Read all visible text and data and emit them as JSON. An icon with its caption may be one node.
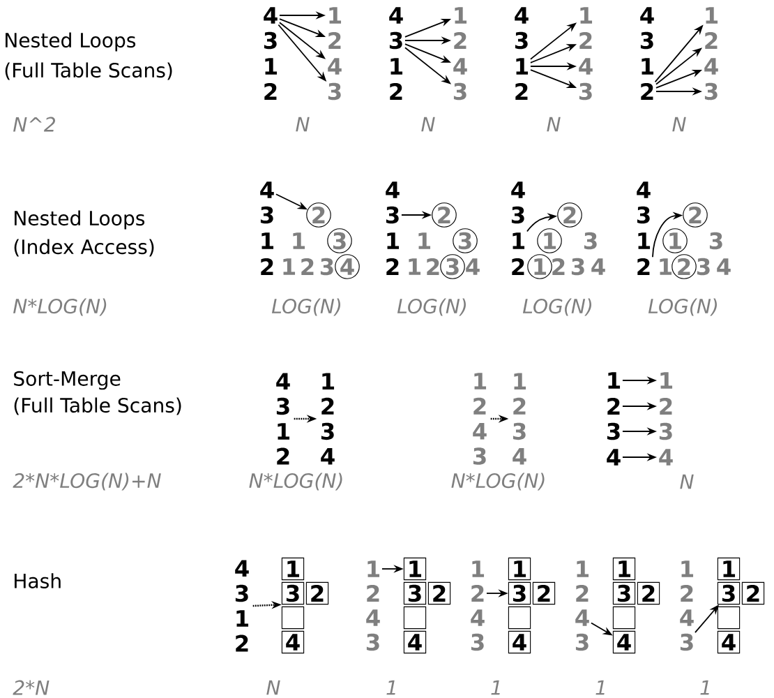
{
  "diagram": {
    "nodes": [
      {
        "text": [
          "4"
        ]
      },
      {
        "text": [
          "1"
        ]
      },
      {
        "text": [
          "2"
        ]
      },
      {
        "text": [
          "4"
        ]
      },
      {
        "text": [
          "3"
        ]
      },
      {
        "text": [
          "3"
        ]
      },
      {
        "text": [
          "1"
        ]
      },
      {
        "text": [
          "2"
        ]
      },
      {
        "text": [
          "4"
        ]
      },
      {
        "text": [
          "3"
        ]
      },
      {
        "text": [
          "1"
        ]
      },
      {
        "text": [
          "1"
        ]
      },
      {
        "text": [
          "2"
        ]
      },
      {
        "text": [
          "4"
        ]
      },
      {
        "text": [
          "3"
        ]
      },
      {
        "text": [
          "2"
        ]
      },
      {
        "text": [
          "1"
        ]
      },
      {
        "text": [
          "2"
        ]
      },
      {
        "text": [
          "4"
        ]
      },
      {
        "text": [
          "3"
        ]
      },
      {
        "text": [
          "4"
        ]
      },
      {
        "text": [
          "2"
        ]
      },
      {
        "text": [
          "3"
        ]
      },
      {
        "text": [
          "4"
        ]
      },
      {
        "text": [
          "3"
        ]
      },
      {
        "text": [
          "2"
        ]
      },
      {
        "text": [
          "3"
        ]
      },
      {
        "text": [
          "3"
        ]
      },
      {
        "text": [
          "2"
        ]
      },
      {
        "text": [
          "1"
        ]
      },
      {
        "text": [
          "1"
        ]
      },
      {
        "text": [
          "1"
        ]
      },
      {
        "text": [
          "2"
        ]
      },
      {
        "text": [
          "1"
        ]
      },
      {
        "text": [
          "2"
        ]
      },
      {
        "text": [
          "2"
        ]
      },
      {
        "text": [
          "4 3 1 2"
        ]
      },
      {
        "text": [
          "1 2 3 4"
        ]
      },
      {
        "text": [
          "1 2 4 3"
        ]
      },
      {
        "text": [
          "1 2 3 4"
        ]
      },
      {
        "text": [
          "1"
        ]
      },
      {
        "text": [
          "1"
        ]
      },
      {
        "text": [
          "2"
        ]
      },
      {
        "text": [
          "2"
        ]
      },
      {
        "text": [
          "3"
        ]
      },
      {
        "text": [
          "3"
        ]
      },
      {
        "text": [
          "4"
        ]
      },
      {
        "text": [
          "4"
        ]
      },
      {
        "text": [
          "4 3 1 2"
        ]
      },
      {
        "text": [
          "1"
        ]
      },
      {
        "text": [
          "3"
        ]
      },
      {
        "text": [
          "2"
        ]
      },
      {
        "text": [],
        "shape": "box"
      },
      {
        "text": [
          "4"
        ]
      },
      {
        "text": [
          "1"
        ]
      },
      {
        "text": [
          "1"
        ]
      },
      {
        "text": [
          "3"
        ]
      },
      {
        "text": [
          "2"
        ]
      },
      {
        "text": [],
        "shape": "box"
      },
      {
        "text": [
          "4"
        ]
      },
      {
        "text": [
          "1"
        ]
      },
      {
        "text": [
          "2"
        ]
      },
      {
        "text": [
          "3"
        ]
      },
      {
        "text": [
          "2"
        ]
      },
      {
        "text": [],
        "shape": "box"
      },
      {
        "text": [
          "4"
        ]
      },
      {
        "text": [
          "1"
        ]
      },
      {
        "text": [
          "3"
        ]
      },
      {
        "text": [
          "2"
        ]
      },
      {
        "text": [
          "4"
        ]
      },
      {
        "text": [],
        "shape": "box"
      },
      {
        "text": [
          "4"
        ]
      },
      {
        "text": [
          "1"
        ]
      },
      {
        "text": [
          "3"
        ]
      },
      {
        "text": [
          "2"
        ]
      },
      {
        "text": [],
        "shape": "box"
      },
      {
        "text": [
          "3"
        ]
      },
      {
        "text": [
          "4"
        ]
      }
    ],
    "edges": [
      {
        "from": 0,
        "to": 1,
        "arrow": "to"
      },
      {
        "from": 0,
        "to": 2,
        "arrow": "to"
      },
      {
        "from": 0,
        "to": 3,
        "arrow": "to"
      },
      {
        "from": 0,
        "to": 4,
        "arrow": "to"
      },
      {
        "from": 5,
        "to": 6,
        "arrow": "to"
      },
      {
        "from": 5,
        "to": 7,
        "arrow": "to"
      },
      {
        "from": 5,
        "to": 8,
        "arrow": "to"
      },
      {
        "from": 5,
        "to": 9,
        "arrow": "to"
      },
      {
        "from": 10,
        "to": 11,
        "arrow": "to"
      },
      {
        "from": 10,
        "to": 12,
        "arrow": "to"
      },
      {
        "from": 10,
        "to": 13,
        "arrow": "to"
      },
      {
        "from": 10,
        "to": 14,
        "arrow": "to"
      },
      {
        "from": 15,
        "to": 16,
        "arrow": "to"
      },
      {
        "from": 15,
        "to": 17,
        "arrow": "to"
      },
      {
        "from": 15,
        "to": 18,
        "arrow": "to"
      },
      {
        "from": 15,
        "to": 19,
        "arrow": "to"
      },
      {
        "from": 20,
        "to": 21,
        "arrow": "to"
      },
      {
        "from": 24,
        "to": 25,
        "arrow": "to"
      },
      {
        "from": 29,
        "to": 28,
        "arrow": "to"
      },
      {
        "from": 34,
        "to": 32,
        "arrow": "to"
      },
      {
        "from": 36,
        "to": 37,
        "arrow": "to",
        "style": "dashed"
      },
      {
        "from": 38,
        "to": 39,
        "arrow": "to",
        "style": "dashed"
      },
      {
        "from": 40,
        "to": 41,
        "arrow": "to"
      },
      {
        "from": 42,
        "to": 43,
        "arrow": "to"
      },
      {
        "from": 44,
        "to": 45,
        "arrow": "to"
      },
      {
        "from": 46,
        "to": 47,
        "arrow": "to"
      },
      {
        "from": 48,
        "to": 50,
        "arrow": "to",
        "style": "dashed"
      },
      {
        "from": 54,
        "to": 55,
        "arrow": "to"
      },
      {
        "from": 61,
        "to": 62,
        "arrow": "to"
      },
      {
        "from": 69,
        "to": 71,
        "arrow": "to"
      },
      {
        "from": 76,
        "to": 73,
        "arrow": "to"
      }
    ],
    "labels": [
      "Nested Loops",
      "(Full Table Scans)",
      "3",
      "1",
      "2",
      "4",
      "1",
      "2",
      "4",
      "3",
      "2",
      "4",
      "3",
      "1",
      "N^2",
      "N",
      "N",
      "N",
      "N",
      "Nested Loops",
      "(Index Access)",
      "3",
      "1",
      "1",
      "2",
      "1",
      "2",
      "3",
      "4",
      "1",
      "1",
      "2",
      "1",
      "2",
      "4",
      "4",
      "3",
      "3",
      "2",
      "2",
      "3",
      "4",
      "4",
      "3",
      "1",
      "3",
      "1",
      "3",
      "4",
      "N*LOG(N)",
      "LOG(N)",
      "LOG(N)",
      "LOG(N)",
      "LOG(N)",
      "Sort-Merge",
      "(Full Table Scans)",
      "2*N*LOG(N)+N",
      "N*LOG(N)",
      "N*LOG(N)",
      "N",
      "Hash",
      "2",
      "4",
      "3",
      "1",
      "4",
      "3",
      "1",
      "2",
      "3",
      "1",
      "2",
      "4",
      "2*N",
      "N",
      "1",
      "1",
      "1",
      "1"
    ]
  }
}
